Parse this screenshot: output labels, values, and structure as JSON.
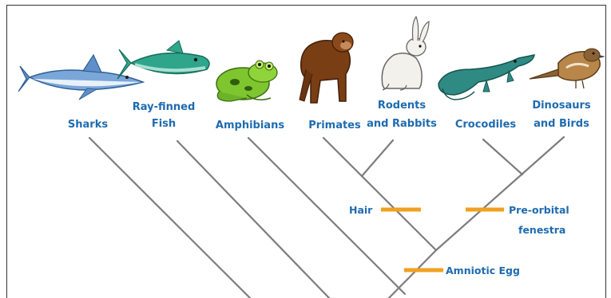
{
  "taxa": [
    {
      "line1": "Sharks",
      "line2": ""
    },
    {
      "line1": "Ray-finned",
      "line2": "Fish"
    },
    {
      "line1": "Amphibians",
      "line2": ""
    },
    {
      "line1": "Primates",
      "line2": ""
    },
    {
      "line1": "Rodents",
      "line2": "and Rabbits"
    },
    {
      "line1": "Crocodiles",
      "line2": ""
    },
    {
      "line1": "Dinosaurs",
      "line2": "and Birds"
    }
  ],
  "traits": {
    "hair": "Hair",
    "preorbital_1": "Pre-orbital",
    "preorbital_2": "fenestra",
    "amniotic": "Amniotic Egg"
  },
  "colors": {
    "label": "#1e6bb0",
    "branch": "#7d7d7d",
    "trait_bar": "#f0a020"
  }
}
